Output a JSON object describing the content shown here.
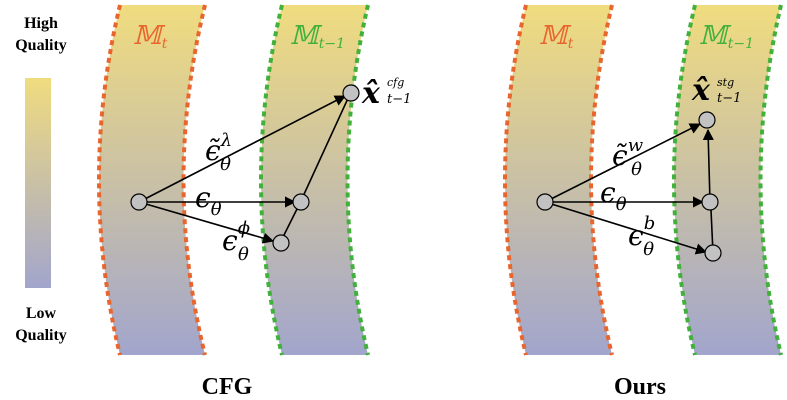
{
  "legend": {
    "high_label_line1": "High",
    "high_label_line2": "Quality",
    "low_label_line1": "Low",
    "low_label_line2": "Quality",
    "top_color": "#f0dc7f",
    "bottom_color": "#a2a5cc"
  },
  "colors": {
    "manifold_t_border": "#e9652e",
    "manifold_t1_border": "#41b13c",
    "manifold_t_label": "#e9652e",
    "manifold_t1_label": "#41b13c",
    "point_fill": "#c2c2c2"
  },
  "panels": [
    {
      "caption": "CFG",
      "manifold_t": {
        "main": "𝕄",
        "sub": "t"
      },
      "manifold_t1": {
        "main": "𝕄",
        "sub": "t−1"
      },
      "vectors": [
        {
          "main": "ϵ̃",
          "sub": "θ",
          "sup": "λ"
        },
        {
          "main": "ϵ",
          "sub": "θ",
          "sup": ""
        },
        {
          "main": "ϵ",
          "sub": "θ",
          "sup": "ϕ"
        }
      ],
      "result": {
        "main": "x̂",
        "sup": "cfg",
        "sub": "t−1"
      }
    },
    {
      "caption": "Ours",
      "manifold_t": {
        "main": "𝕄",
        "sub": "t"
      },
      "manifold_t1": {
        "main": "𝕄",
        "sub": "t−1"
      },
      "vectors": [
        {
          "main": "ϵ̃",
          "sub": "θ",
          "sup": "w"
        },
        {
          "main": "ϵ",
          "sub": "θ",
          "sup": ""
        },
        {
          "main": "ϵ",
          "sub": "θ",
          "sup": "b"
        }
      ],
      "result": {
        "main": "x̂",
        "sup": "stg",
        "sub": "t−1"
      }
    }
  ]
}
